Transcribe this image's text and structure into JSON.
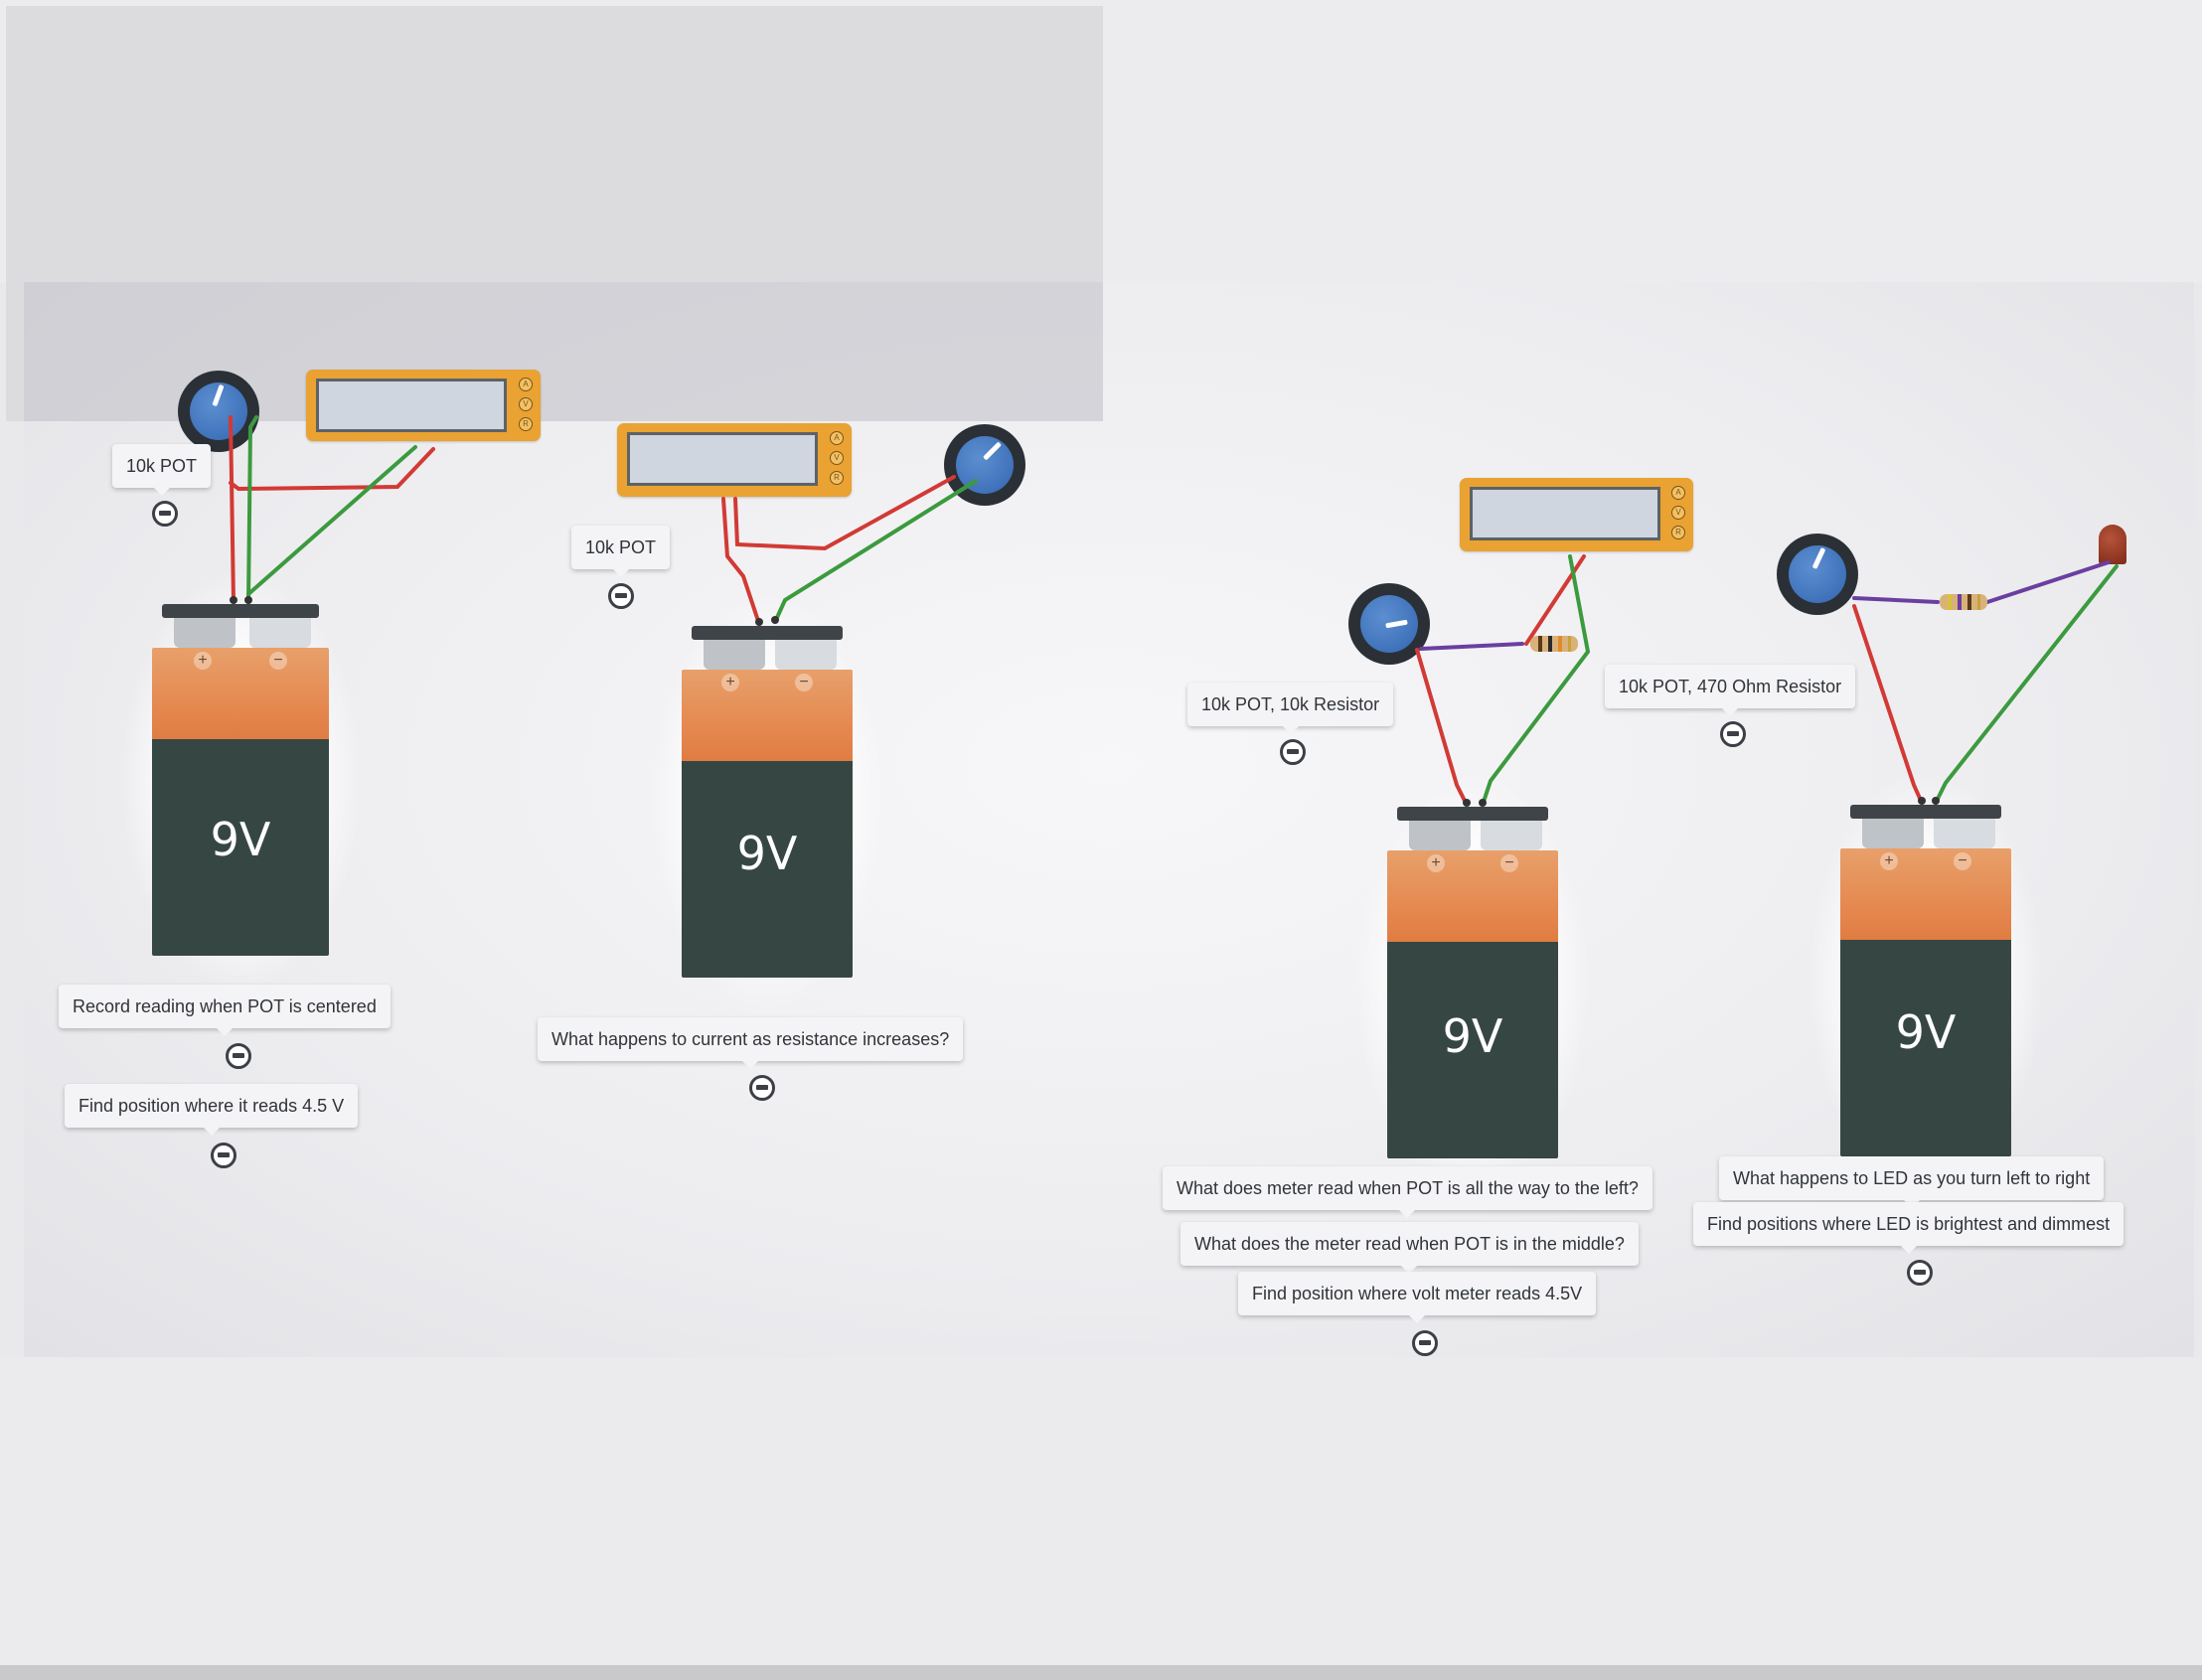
{
  "circuits": [
    {
      "battery_label": "9V",
      "part_label": "10k POT",
      "prompts": [
        "Record reading when POT is centered",
        "Find position where it reads 4.5 V"
      ]
    },
    {
      "battery_label": "9V",
      "part_label": "10k POT",
      "prompts": [
        "What happens to current as resistance increases?"
      ]
    },
    {
      "battery_label": "9V",
      "part_label": "10k POT, 10k Resistor",
      "prompts": [
        "What does meter read when POT is all the way to the left?",
        "What does the meter read when POT is in the middle?",
        "Find position where volt meter reads 4.5V"
      ]
    },
    {
      "battery_label": "9V",
      "part_label": "10k POT, 470 Ohm Resistor",
      "prompts": [
        "What happens to LED as you turn left to right",
        "Find positions where LED is brightest and dimmest"
      ]
    }
  ],
  "battery_terminals": {
    "plus": "+",
    "minus": "−"
  },
  "meter_buttons": [
    "A",
    "V",
    "R"
  ],
  "icons": {
    "remove": "minus-circle-icon",
    "pot": "potentiometer-icon",
    "meter": "multimeter-icon",
    "led": "led-icon",
    "resistor": "resistor-icon",
    "battery": "battery-9v-icon"
  },
  "colors": {
    "wire_positive": "#d23a35",
    "wire_negative": "#3c9a3e",
    "wire_signal": "#6a3fa0",
    "meter_body": "#eaa232",
    "pot_knob": "#3f72ba",
    "battery_top": "#e58a52",
    "battery_bottom": "#364743"
  }
}
